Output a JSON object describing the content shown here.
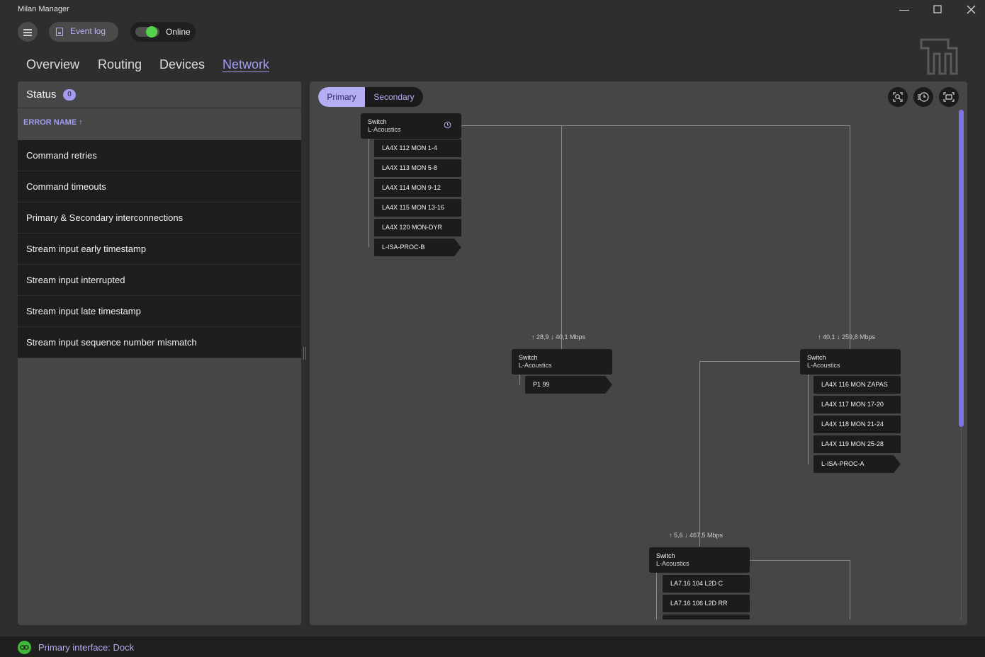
{
  "app": {
    "title": "Milan Manager"
  },
  "toolbar": {
    "event_log_label": "Event log",
    "online_label": "Online",
    "online_on": true
  },
  "tabs": [
    {
      "label": "Overview",
      "active": false
    },
    {
      "label": "Routing",
      "active": false
    },
    {
      "label": "Devices",
      "active": false
    },
    {
      "label": "Network",
      "active": true
    }
  ],
  "status": {
    "title": "Status",
    "count": "0",
    "column_header": "ERROR NAME",
    "sort": "ascending",
    "rows": [
      "Command retries",
      "Command timeouts",
      "Primary & Secondary interconnections",
      "Stream input early timestamp",
      "Stream input interrupted",
      "Stream input late timestamp",
      "Stream input sequence number mismatch"
    ]
  },
  "network": {
    "segment": {
      "primary": "Primary",
      "secondary": "Secondary",
      "selected": "Primary"
    },
    "tools": [
      "zoom-to-fit-icon",
      "history-icon",
      "fit-screen-icon"
    ],
    "switches": [
      {
        "title": "Switch",
        "subtitle": "L-Acoustics",
        "rate": "",
        "devices": [
          "LA4X 112 MON 1-4",
          "LA4X 113 MON 5-8",
          "LA4X 114 MON 9-12",
          "LA4X 115 MON 13-16",
          "LA4X 120 MON-DYR",
          "L-ISA-PROC-B"
        ]
      },
      {
        "title": "Switch",
        "subtitle": "L-Acoustics",
        "rate": "↑ 28,9  ↓ 40,1  Mbps",
        "devices": [
          "P1 99"
        ]
      },
      {
        "title": "Switch",
        "subtitle": "L-Acoustics",
        "rate": "↑ 40,1  ↓ 259,8  Mbps",
        "devices": [
          "LA4X 116 MON ZAPAS",
          "LA4X 117 MON 17-20",
          "LA4X 118 MON 21-24",
          "LA4X 119 MON 25-28",
          "L-ISA-PROC-A"
        ]
      },
      {
        "title": "Switch",
        "subtitle": "L-Acoustics",
        "rate": "↑ 5,6  ↓ 467,5  Mbps",
        "devices": [
          "LA7.16 104 L2D C",
          "LA7.16 106 L2D RR"
        ]
      }
    ]
  },
  "statusbar": {
    "label": "Primary interface: Dock"
  },
  "colors": {
    "accent": "#a39cf2",
    "online": "#56d24a",
    "panel": "#464646",
    "row": "#1d1d1d"
  }
}
